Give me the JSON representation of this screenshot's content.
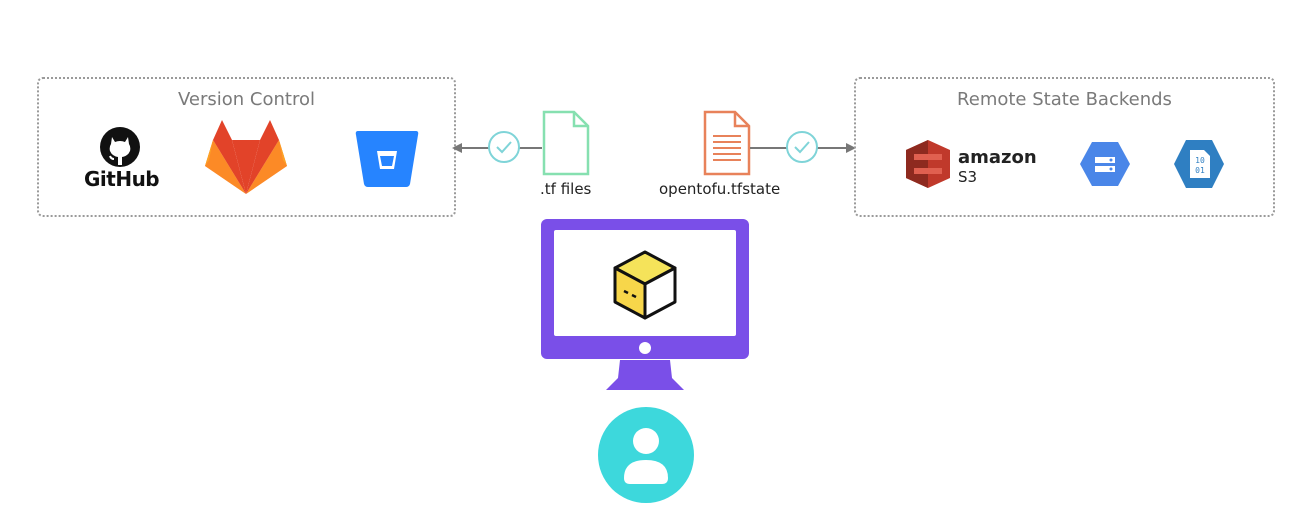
{
  "version_control": {
    "title": "Version Control",
    "providers": [
      "GitHub",
      "GitLab",
      "Bitbucket"
    ]
  },
  "remote_state": {
    "title": "Remote State Backends",
    "amazon_word": "amazon",
    "s3_word": "S3"
  },
  "files": {
    "tf_label": ".tf files",
    "state_label": "opentofu.tfstate"
  },
  "colors": {
    "tf_file": "#86e0b0",
    "state_file": "#e8825a",
    "check": "#7fd4d8",
    "monitor": "#7a4fe8",
    "user": "#3dd8dc",
    "gitlab": "#e24329",
    "bitbucket": "#2684ff",
    "s3": "#c0392b",
    "gcs": "#4a86e8",
    "azure": "#2f7fc2"
  }
}
